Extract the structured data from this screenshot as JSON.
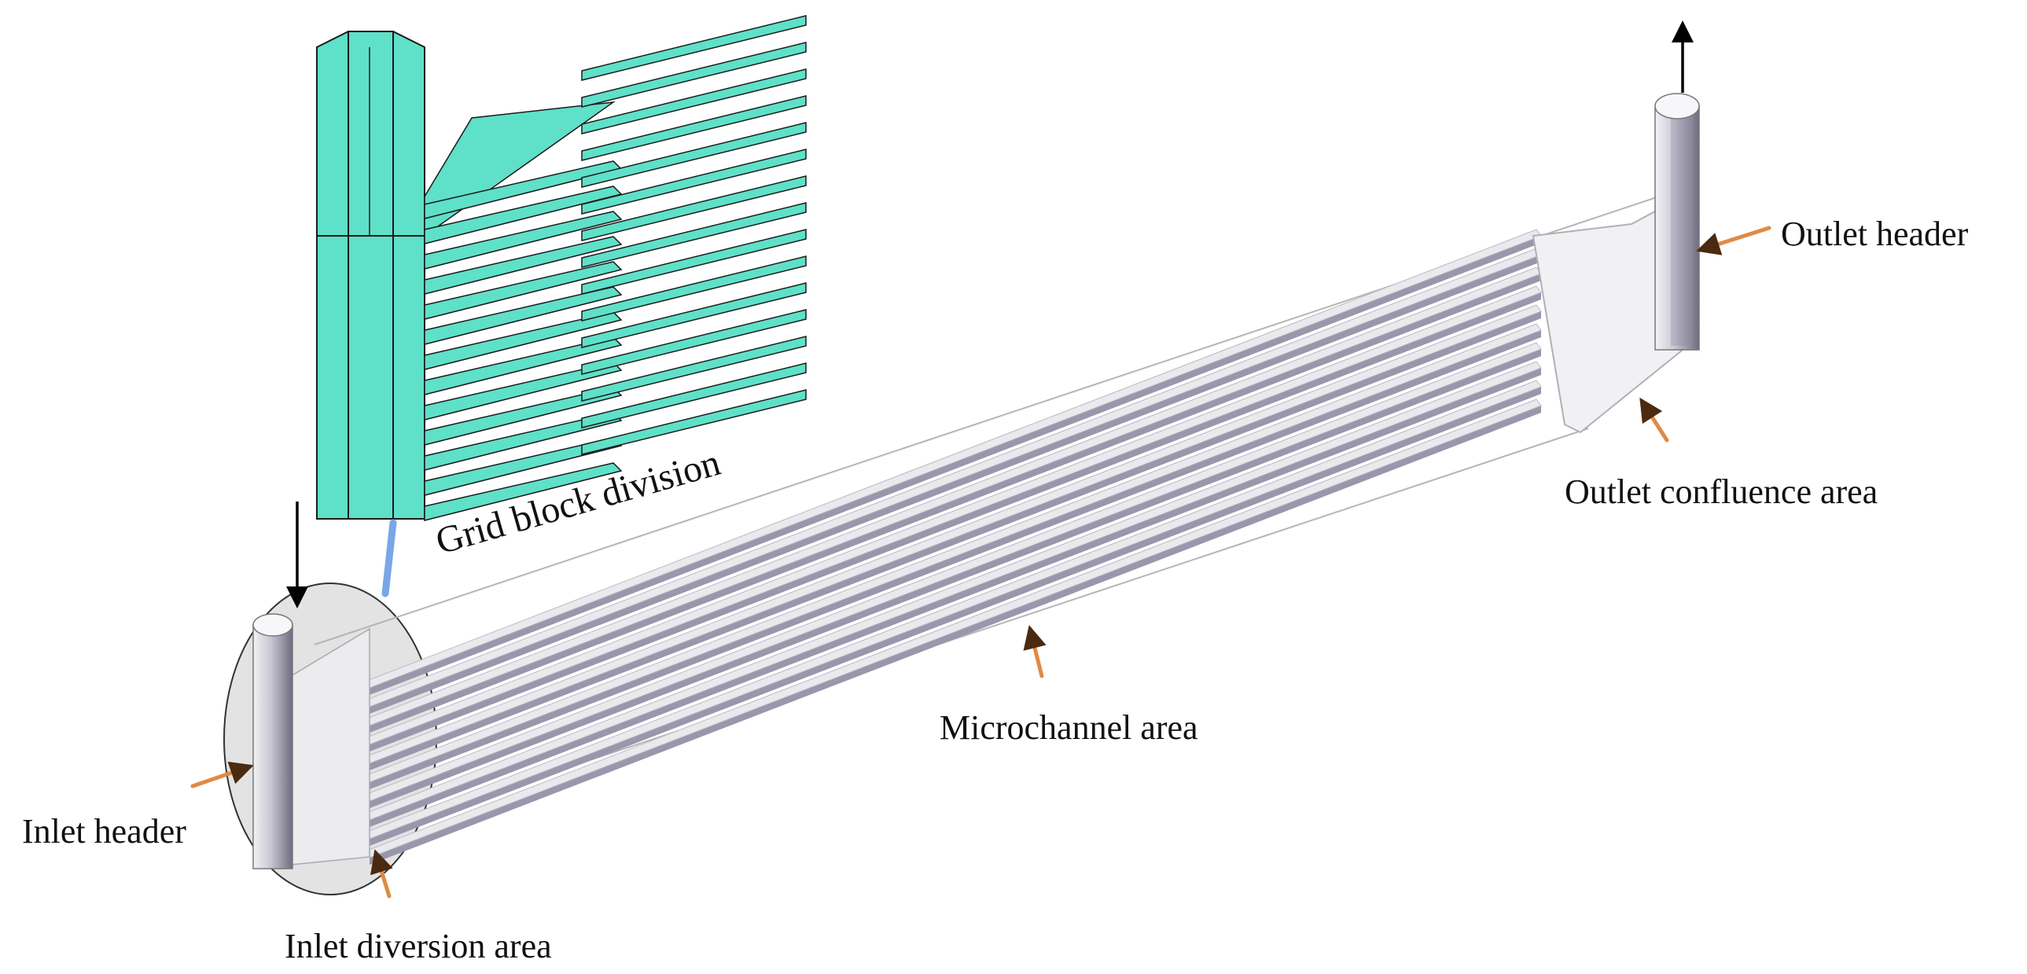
{
  "labels": {
    "grid_block_division": "Grid block division",
    "outlet_header": "Outlet header",
    "outlet_confluence_area": "Outlet confluence area",
    "microchannel_area": "Microchannel area",
    "inlet_header": "Inlet header",
    "inlet_diversion_area": "Inlet diversion area"
  },
  "channel_count": 10,
  "colors": {
    "mesh_fill": "#5fe0c8",
    "mesh_line": "#1a1a1a",
    "channel_face": "#e9e9ee",
    "channel_side": "#9a96ab",
    "pointer_arrow": "#e08a45",
    "callout_arrow": "#7aa6e8",
    "flow_arrow": "#000000",
    "highlight_ellipse": "#cfcfcf"
  }
}
